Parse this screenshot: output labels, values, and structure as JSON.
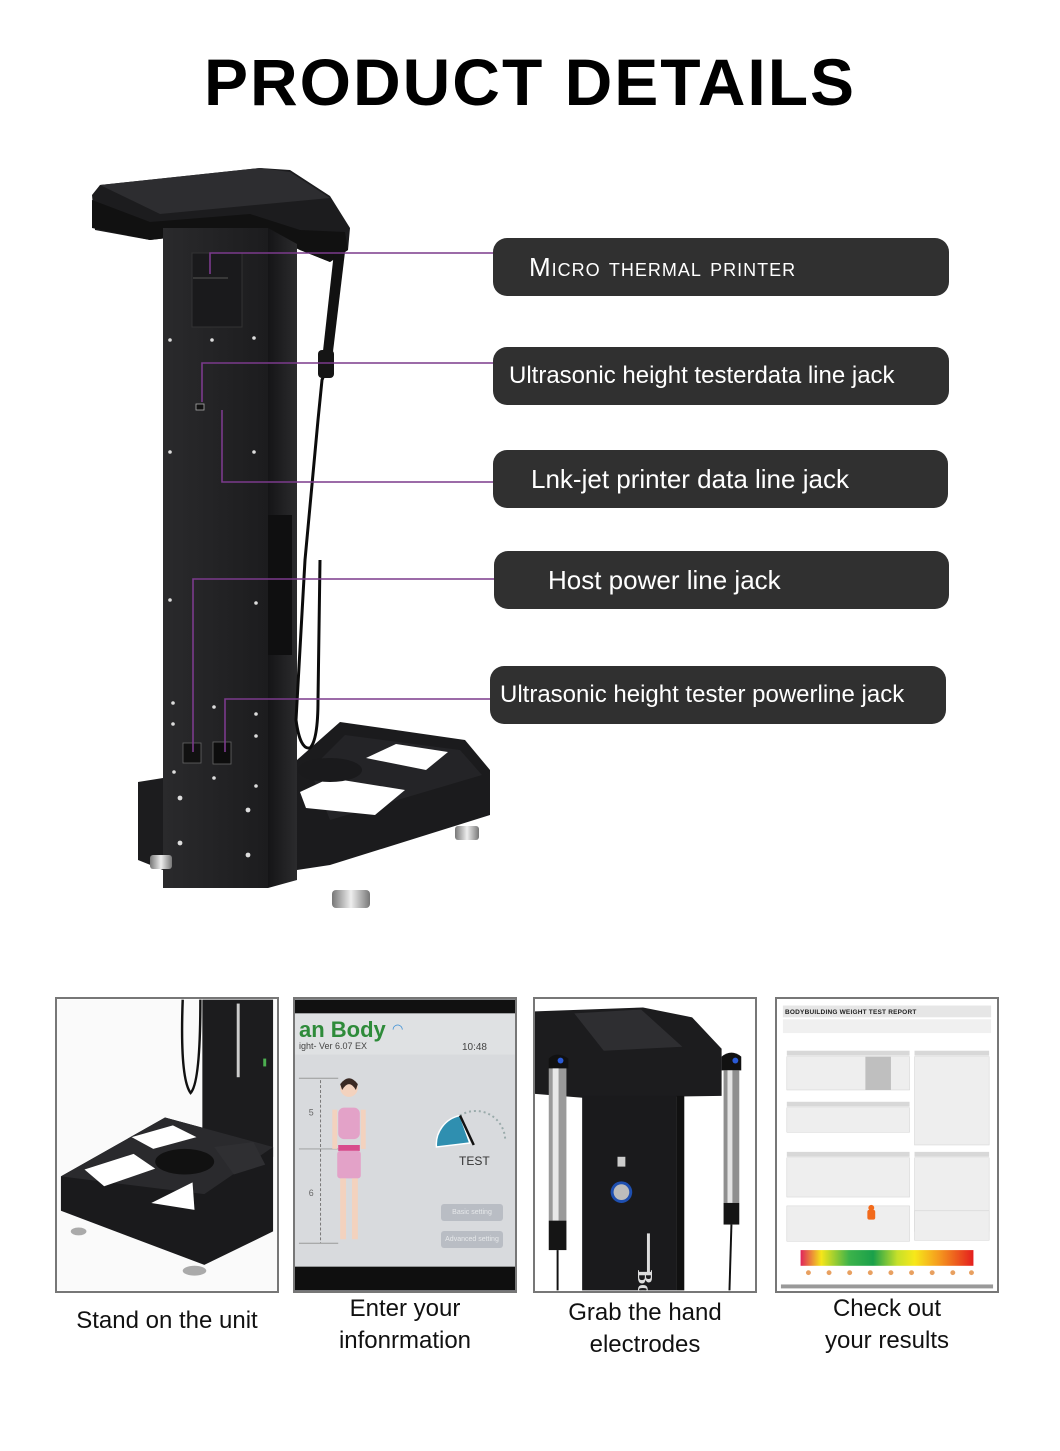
{
  "header": {
    "title": "PRODUCT DETAILS"
  },
  "callouts": [
    {
      "label": "Micro thermal printer"
    },
    {
      "label": "Ultrasonic height testerdata line jack"
    },
    {
      "label": "Lnk-jet printer data line jack"
    },
    {
      "label": "Host power line jack"
    },
    {
      "label": "Ultrasonic height tester powerline jack"
    }
  ],
  "colors": {
    "callout_bg": "#303030",
    "callout_text": "#ffffff",
    "leader_line": "#7b3a8c",
    "machine_body": "#1f1f21"
  },
  "steps": [
    {
      "caption": "Stand on the unit"
    },
    {
      "caption_line1": "Enter your",
      "caption_line2": "infonrmation",
      "screen": {
        "title": "an Body",
        "version": "ight- Ver 6.07 EX",
        "time": "10:48",
        "gauge_label": "TEST",
        "buttons": [
          "Basic setting",
          "Advanced setting"
        ]
      }
    },
    {
      "caption_line1": "Grab the hand",
      "caption_line2": "electrodes"
    },
    {
      "caption_line1": "Check out",
      "caption_line2": "your results",
      "report": {
        "title": "BODYBUILDING WEIGHT TEST REPORT"
      }
    }
  ]
}
